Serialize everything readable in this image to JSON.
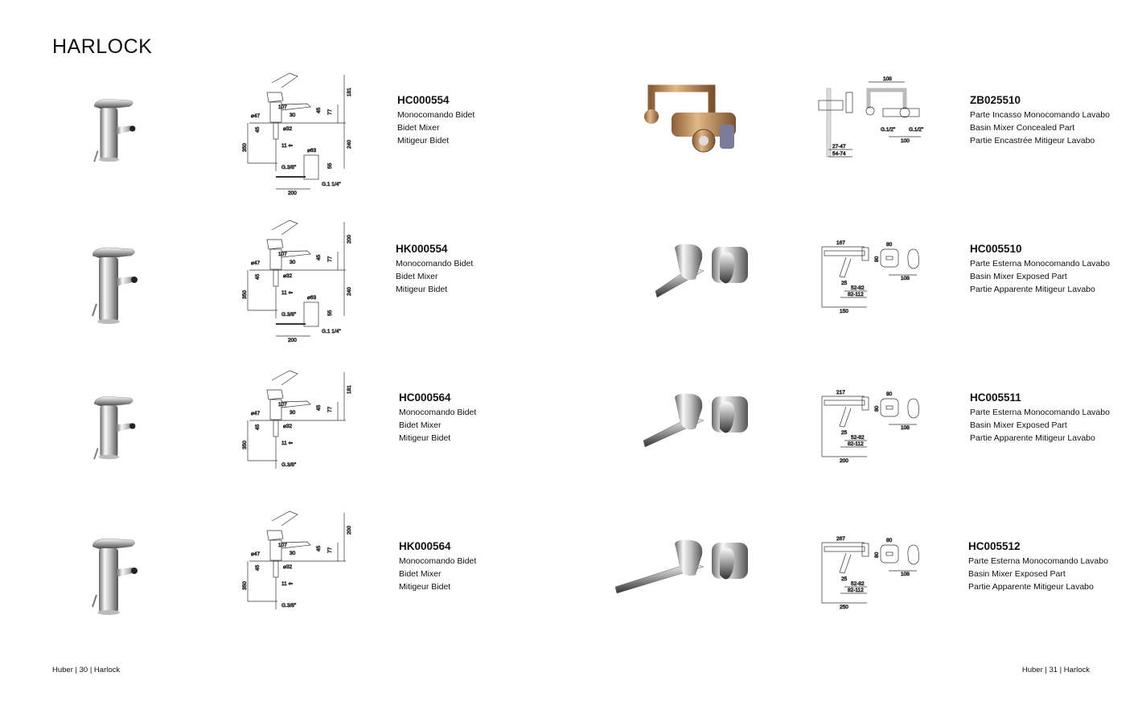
{
  "title": "HARLOCK",
  "left_products": [
    {
      "code": "HC000554",
      "lines": [
        "Monocomando Bidet",
        "Bidet Mixer",
        "Mitigeur Bidet"
      ],
      "dims": [
        "107",
        "30",
        "45",
        "77",
        "181",
        "47",
        "45",
        "32",
        "350",
        "11",
        "240",
        "63",
        "55",
        "G.3/8\"",
        "200",
        "G.1 1/4\""
      ],
      "waste": true
    },
    {
      "code": "HK000554",
      "lines": [
        "Monocomando Bidet",
        "Bidet Mixer",
        "Mitigeur Bidet"
      ],
      "dims": [
        "107",
        "30",
        "45",
        "77",
        "200",
        "47",
        "45",
        "32",
        "350",
        "11",
        "240",
        "63",
        "55",
        "G.3/8\"",
        "200",
        "G.1 1/4\""
      ],
      "waste": true
    },
    {
      "code": "HC000564",
      "lines": [
        "Monocomando Bidet",
        "Bidet Mixer",
        "Mitigeur Bidet"
      ],
      "dims": [
        "107",
        "30",
        "45",
        "77",
        "181",
        "47",
        "45",
        "32",
        "350",
        "11",
        "G.3/8\""
      ],
      "waste": false
    },
    {
      "code": "HK000564",
      "lines": [
        "Monocomando Bidet",
        "Bidet Mixer",
        "Mitigeur Bidet"
      ],
      "dims": [
        "107",
        "30",
        "45",
        "77",
        "200",
        "47",
        "45",
        "32",
        "350",
        "11",
        "G.3/8\""
      ],
      "waste": false
    }
  ],
  "right_products": [
    {
      "code": "ZB025510",
      "lines": [
        "Parte Incasso Monocomando Lavabo",
        "Basin Mixer Concealed Part",
        "Partie Encastrée Mitigeur Lavabo"
      ],
      "dims": [
        "108",
        "G.1/2\"",
        "G.1/2\"",
        "100",
        "27-47",
        "54-74"
      ],
      "kind": "concealed"
    },
    {
      "code": "HC005510",
      "lines": [
        "Parte Esterna Monocomando Lavabo",
        "Basin Mixer Exposed Part",
        "Partie Apparente Mitigeur Lavabo"
      ],
      "dims": [
        "167",
        "80",
        "80",
        "25",
        "108",
        "52-82",
        "82-112",
        "150"
      ],
      "kind": "exposed"
    },
    {
      "code": "HC005511",
      "lines": [
        "Parte Esterna Monocomando Lavabo",
        "Basin Mixer Exposed Part",
        "Partie Apparente Mitigeur Lavabo"
      ],
      "dims": [
        "217",
        "80",
        "80",
        "25",
        "108",
        "52-82",
        "82-112",
        "200"
      ],
      "kind": "exposed"
    },
    {
      "code": "HC005512",
      "lines": [
        "Parte Esterna Monocomando Lavabo",
        "Basin Mixer Exposed Part",
        "Partie Apparente Mitigeur Lavabo"
      ],
      "dims": [
        "267",
        "80",
        "80",
        "25",
        "108",
        "52-82",
        "82-112",
        "250"
      ],
      "kind": "exposed"
    }
  ],
  "footer_left": "Huber  |  30  |  Harlock",
  "footer_right": "Huber  |  31  |  Harlock",
  "colors": {
    "chrome_dark": "#555555",
    "chrome_light": "#f4f4f4",
    "brass": "#b8875a"
  }
}
